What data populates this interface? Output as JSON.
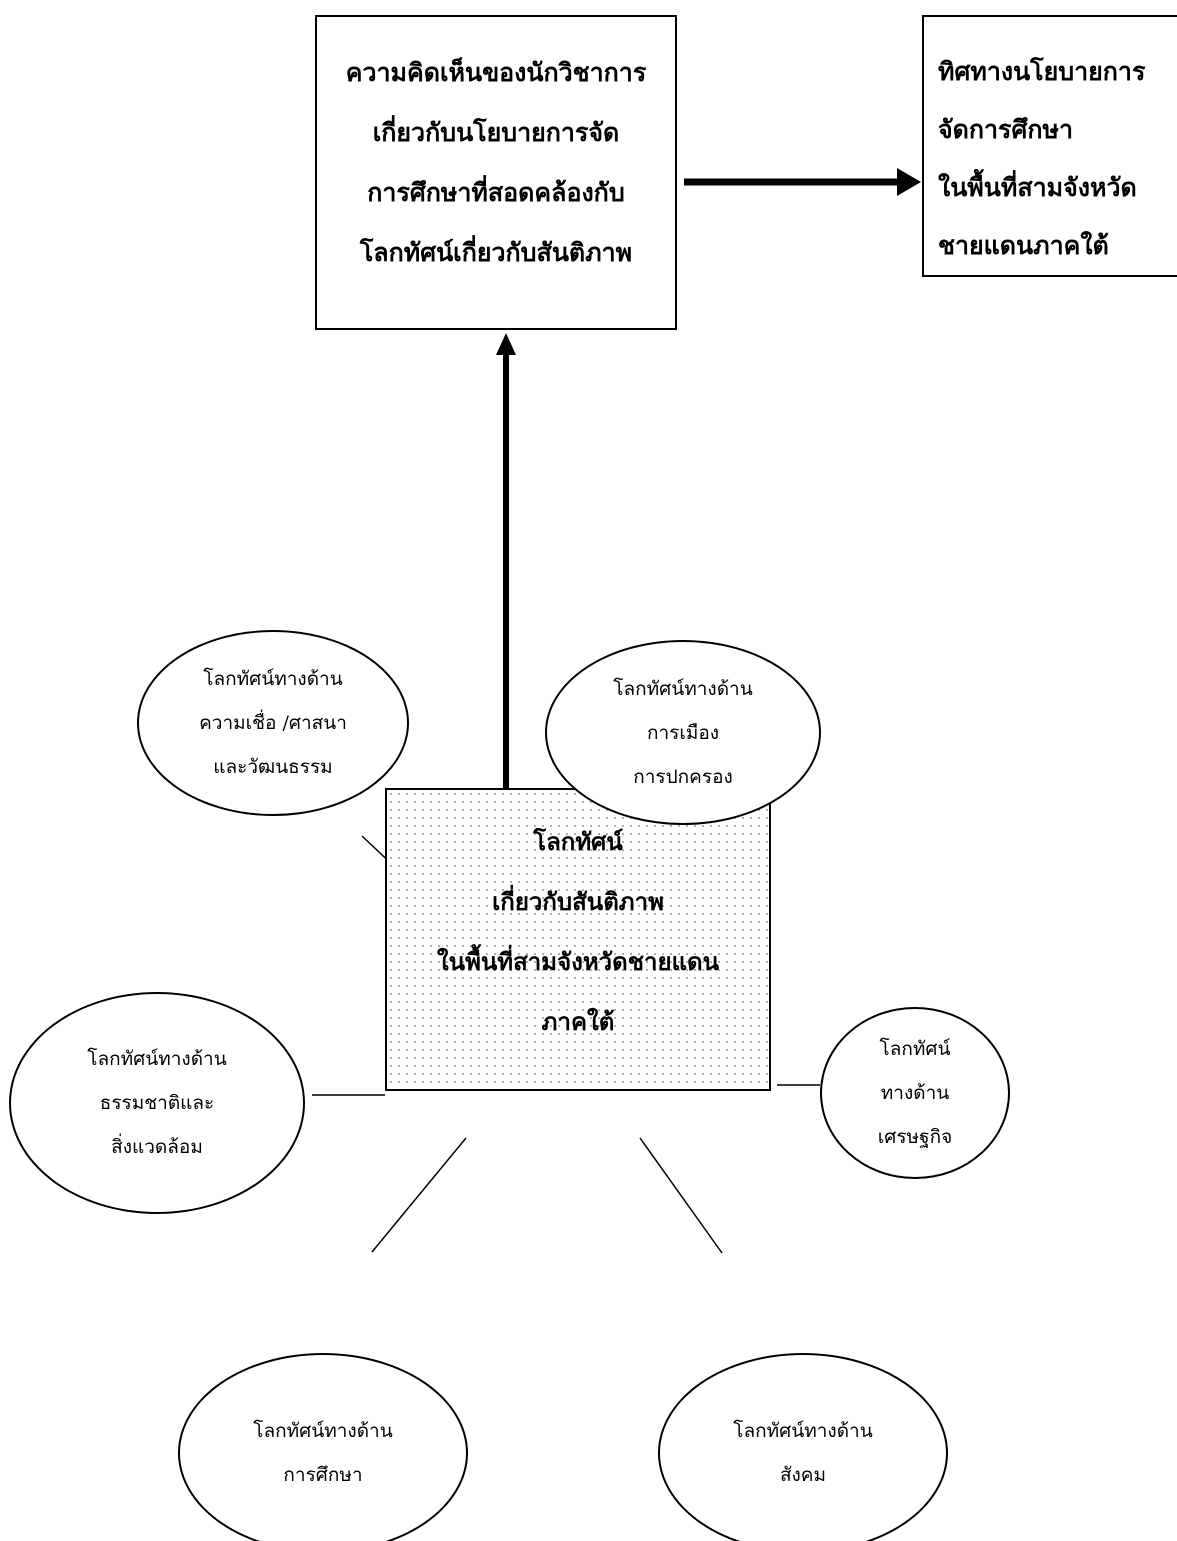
{
  "diagram": {
    "opinion_box": {
      "lines": [
        "ความคิดเห็นของนักวิชาการ",
        "เกี่ยวกับนโยบายการจัด",
        "การศึกษาที่สอดคล้องกับ",
        "โลกทัศน์เกี่ยวกับสันติภาพ"
      ]
    },
    "policy_box": {
      "lines": [
        "ทิศทางนโยบายการ",
        "จัดการศึกษา",
        "ในพื้นที่สามจังหวัด",
        "ชายแดนภาคใต้"
      ]
    },
    "center_box": {
      "lines": [
        "โลกทัศน์",
        "เกี่ยวกับสันติภาพ",
        "ในพื้นที่สามจังหวัดชายแดน",
        "ภาคใต้"
      ]
    },
    "ellipses": {
      "belief": {
        "lines": [
          "โลกทัศน์ทางด้าน",
          "ความเชื่อ /ศาสนา",
          "และวัฒนธรรม"
        ]
      },
      "politics": {
        "lines": [
          "โลกทัศน์ทางด้าน",
          "การเมือง",
          "การปกครอง"
        ]
      },
      "nature": {
        "lines": [
          "โลกทัศน์ทางด้าน",
          "ธรรมชาติและ",
          "สิ่งแวดล้อม"
        ]
      },
      "economy": {
        "lines": [
          "โลกทัศน์",
          "ทางด้าน",
          "เศรษฐกิจ"
        ]
      },
      "education": {
        "lines": [
          "โลกทัศน์ทางด้าน",
          "การศึกษา"
        ]
      },
      "society": {
        "lines": [
          "โลกทัศน์ทางด้าน",
          "สังคม"
        ]
      }
    }
  }
}
